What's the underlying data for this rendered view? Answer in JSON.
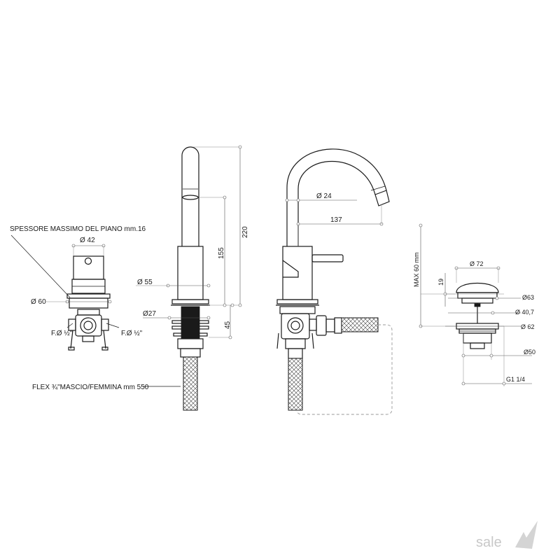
{
  "left_view": {
    "spessore_label": "SPESSORE MASSIMO DEL PIANO mm.16",
    "dia_42": "Ø  42",
    "dia_60": "Ø  60",
    "conn_left": "F.Ø ½\"",
    "conn_right": "F.Ø ½\"",
    "flex_label": "FLEX ¾\"MASCIO/FEMMINA mm 550"
  },
  "spout_side": {
    "h_220": "220",
    "h_155": "155",
    "dia_55": "Ø  55",
    "dia_27": "Ø27",
    "h_45": "45"
  },
  "spout_front": {
    "dia_24": "Ø  24",
    "reach_137": "137"
  },
  "drain": {
    "max_label": "MAX 60 mm",
    "h_19": "19",
    "dia_72": "Ø 72",
    "dia_63": "Ø63",
    "dia_40_7": "Ø 40,7",
    "dia_62": "Ø 62",
    "dia_50": "Ø50",
    "thread": "G1 1/4"
  },
  "logo": {
    "text": "sale"
  },
  "colors": {
    "line": "#1a1a1a",
    "dim": "#555555",
    "logo": "#c8c8c8"
  }
}
